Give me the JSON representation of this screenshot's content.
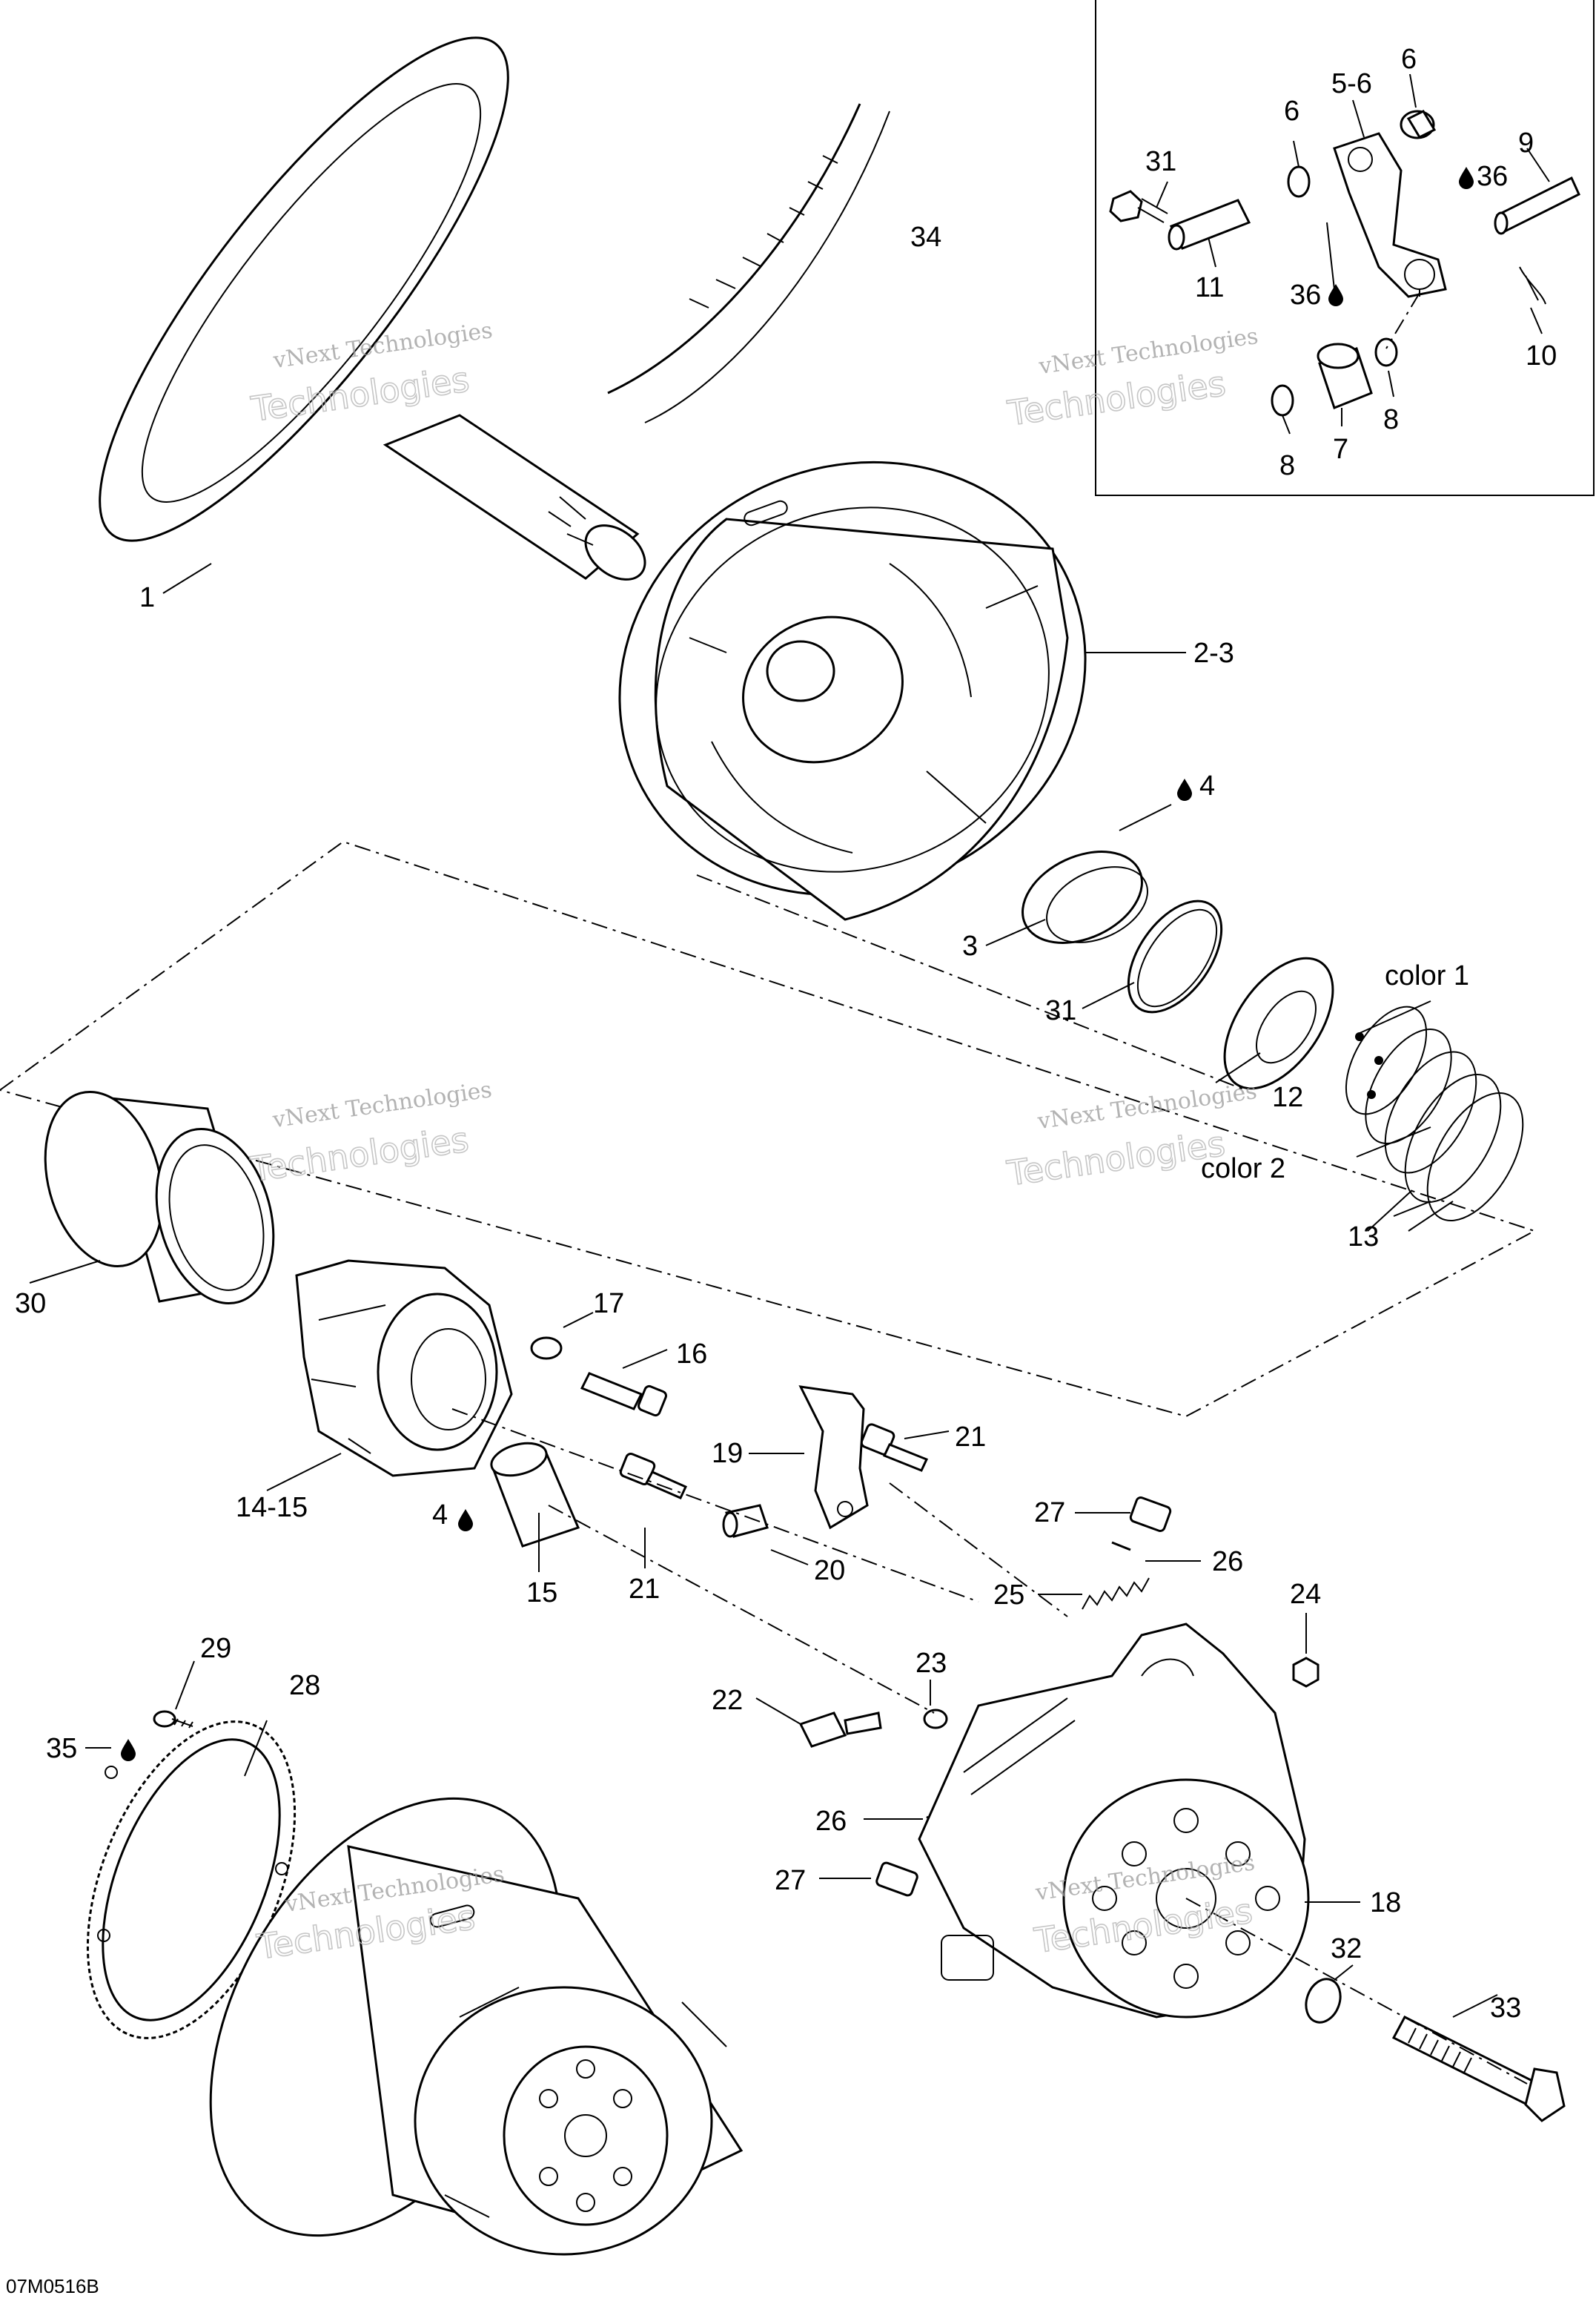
{
  "diagram_code": "07M0516B",
  "watermark": {
    "line1": "vNext Technologies",
    "line2": "Technologies"
  },
  "callouts": [
    "1",
    "2-3",
    "3",
    "4",
    "4",
    "5-6",
    "6",
    "6",
    "7",
    "8",
    "8",
    "9",
    "10",
    "11",
    "12",
    "13",
    "14-15",
    "15",
    "16",
    "17",
    "18",
    "19",
    "20",
    "21",
    "21",
    "22",
    "23",
    "24",
    "25",
    "26",
    "26",
    "27",
    "27",
    "28",
    "29",
    "30",
    "31",
    "31",
    "32",
    "33",
    "34",
    "35",
    "36",
    "36"
  ],
  "colors": {
    "color1": "color 1",
    "color2": "color 2"
  },
  "icons": [
    "oil-drop-icon"
  ]
}
